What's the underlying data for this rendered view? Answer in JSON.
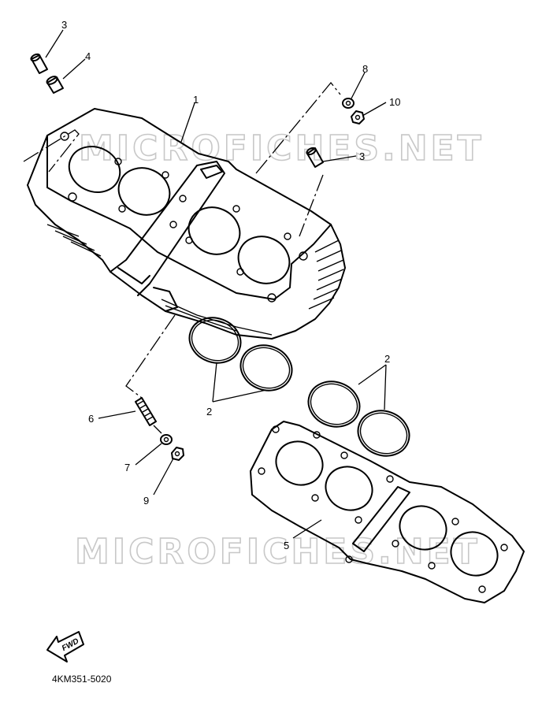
{
  "watermark": "MICROFICHES.NET",
  "part_code": "4KM351-5020",
  "fwd_label": "FWD",
  "callouts": {
    "c1": "1",
    "c2a": "2",
    "c2b": "2",
    "c3a": "3",
    "c3b": "3",
    "c4": "4",
    "c5": "5",
    "c6": "6",
    "c7": "7",
    "c8": "8",
    "c9": "9",
    "c10": "10"
  }
}
